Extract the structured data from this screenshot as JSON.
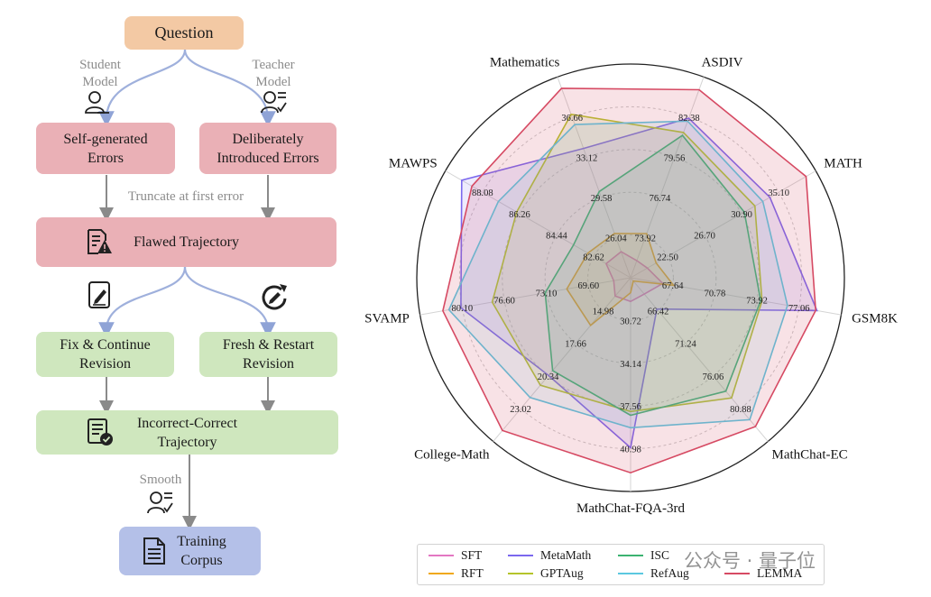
{
  "flow": {
    "question": "Question",
    "student_label": "Student\nModel",
    "teacher_label": "Teacher\nModel",
    "self_generated": "Self-generated\nErrors",
    "deliberately": "Deliberately\nIntroduced Errors",
    "truncate": "Truncate at first error",
    "flawed": "Flawed Trajectory",
    "fix_continue": "Fix & Continue\nRevision",
    "fresh_restart": "Fresh & Restart\nRevision",
    "incorrect_correct": "Incorrect-Correct\nTrajectory",
    "smooth": "Smooth",
    "training": "Training\nCorpus"
  },
  "chart_data": {
    "type": "radar",
    "axes": [
      "ASDIV",
      "MATH",
      "GSM8K",
      "MathChat-EC",
      "MathChat-FQA-3rd",
      "College-Math",
      "SVAMP",
      "MAWPS",
      "Mathematics"
    ],
    "axis_ticks": [
      [
        "73.92",
        "76.74",
        "79.56",
        "82.38"
      ],
      [
        "22.50",
        "26.70",
        "30.90",
        "35.10"
      ],
      [
        "67.64",
        "70.78",
        "73.92",
        "77.06"
      ],
      [
        "66.42",
        "71.24",
        "76.06",
        "80.88"
      ],
      [
        "30.72",
        "34.14",
        "37.56",
        "40.98"
      ],
      [
        "14.98",
        "17.66",
        "20.34",
        "23.02"
      ],
      [
        "69.60",
        "73.10",
        "76.60",
        "80.10"
      ],
      [
        "82.62",
        "84.44",
        "86.26",
        "88.08"
      ],
      [
        "26.04",
        "29.58",
        "33.12",
        "36.66"
      ]
    ],
    "series": [
      {
        "name": "SFT",
        "color": "#e377c2",
        "values": [
          72.3,
          20.2,
          66.9,
          64.0,
          29.2,
          13.8,
          67.5,
          82.0,
          24.8
        ]
      },
      {
        "name": "RFT",
        "color": "#f0a818",
        "values": [
          74.2,
          21.2,
          67.7,
          62.0,
          28.5,
          16.2,
          71.4,
          82.9,
          26.4
        ]
      },
      {
        "name": "MetaMath",
        "color": "#7b68ee",
        "values": [
          82.3,
          34.1,
          78.4,
          66.2,
          40.9,
          20.3,
          80.2,
          89.1,
          33.9
        ]
      },
      {
        "name": "GPTAug",
        "color": "#b5c42b",
        "values": [
          81.3,
          32.4,
          74.3,
          79.3,
          38.0,
          21.1,
          77.6,
          86.4,
          36.9
        ]
      },
      {
        "name": "ISC",
        "color": "#3cb371",
        "values": [
          81.1,
          31.2,
          74.2,
          78.3,
          38.3,
          19.9,
          73.2,
          83.6,
          30.1
        ]
      },
      {
        "name": "RefAug",
        "color": "#5bc8e0",
        "values": [
          82.1,
          33.3,
          76.2,
          82.5,
          39.3,
          22.1,
          81.2,
          87.3,
          36.0
        ]
      },
      {
        "name": "LEMMA",
        "color": "#d64a63",
        "values": [
          84.3,
          38.2,
          78.3,
          83.5,
          42.9,
          24.8,
          81.7,
          88.6,
          39.2
        ]
      }
    ],
    "legend": "bottom",
    "grid": true
  },
  "watermark": "公众号 · 量子位"
}
